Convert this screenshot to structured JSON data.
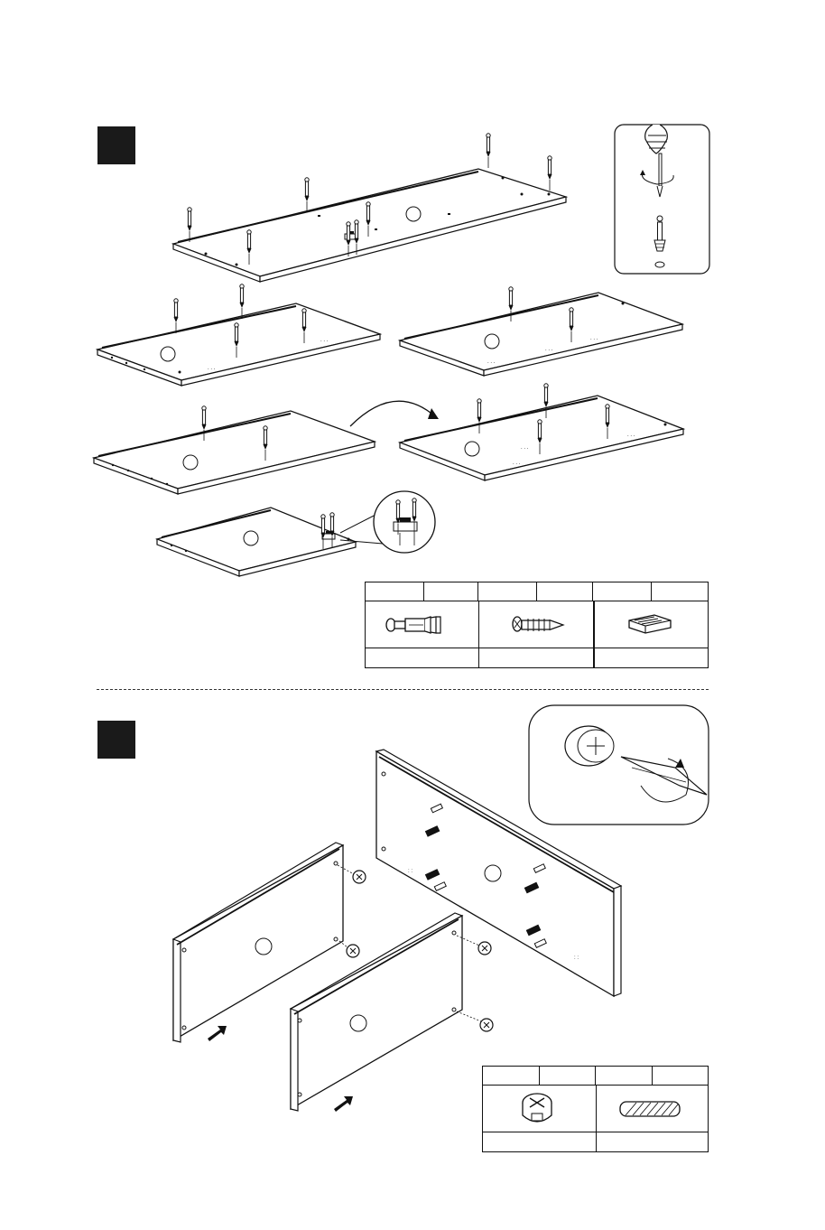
{
  "document": {
    "type": "assembly-instructions",
    "steps": [
      {
        "panels_shown": 6,
        "has_screwdriver_detail": true,
        "has_clip_detail": true,
        "flip_arrow": true,
        "parts_table": {
          "columns": 3,
          "items": [
            {
              "icon": "cam-bolt-icon",
              "label": ""
            },
            {
              "icon": "wood-screw-icon",
              "label": ""
            },
            {
              "icon": "shelf-clip-icon",
              "label": ""
            }
          ]
        }
      },
      {
        "panels_shown": 3,
        "has_cam-lock_detail": true,
        "parts_table": {
          "columns": 2,
          "items": [
            {
              "icon": "cam-lock-icon",
              "label": ""
            },
            {
              "icon": "wood-dowel-icon",
              "label": ""
            }
          ]
        }
      }
    ],
    "colors": {
      "ink": "#111111",
      "paper": "#ffffff",
      "step_box": "#1a1a1a"
    }
  }
}
